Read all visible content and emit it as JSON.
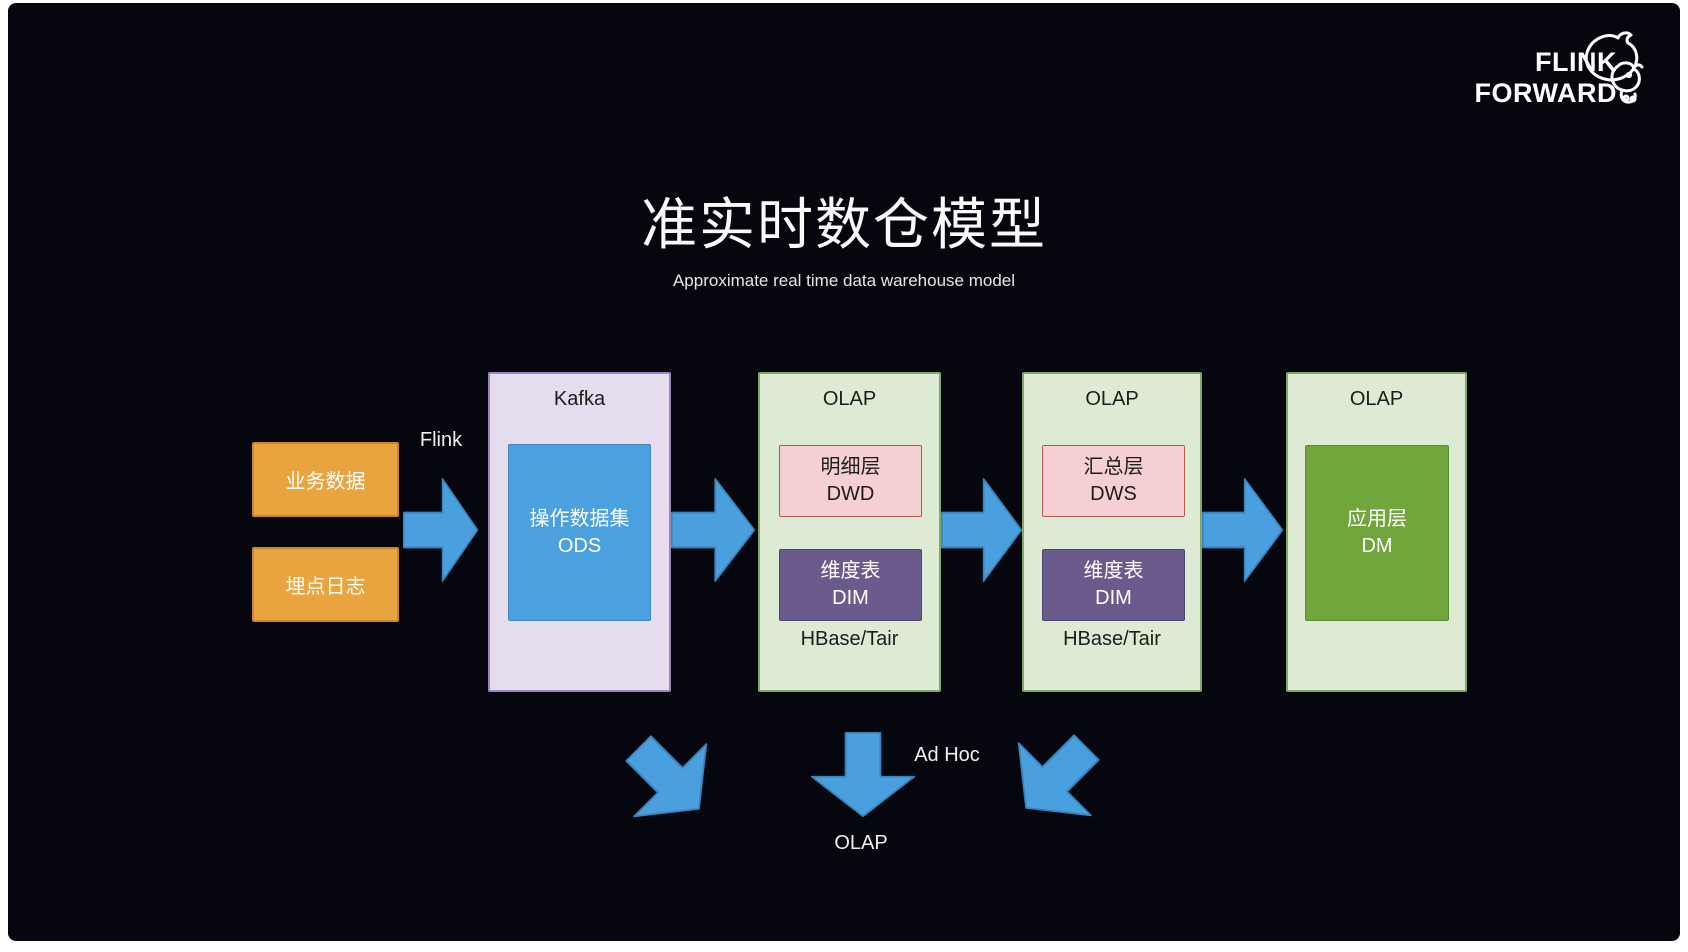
{
  "logo": {
    "line1": "FLINK",
    "line2": "FORWARD"
  },
  "header": {
    "title": "准实时数仓模型",
    "subtitle": "Approximate real time data warehouse model"
  },
  "sources": [
    {
      "label": "业务数据"
    },
    {
      "label": "埋点日志"
    }
  ],
  "flow": {
    "flink_label": "Flink",
    "stages": [
      {
        "container": "Kafka",
        "inner": [
          {
            "line1": "操作数据集",
            "line2": "ODS"
          }
        ]
      },
      {
        "container": "OLAP",
        "inner": [
          {
            "line1": "明细层",
            "line2": "DWD"
          },
          {
            "line1": "维度表",
            "line2": "DIM"
          }
        ],
        "footer": "HBase/Tair"
      },
      {
        "container": "OLAP",
        "inner": [
          {
            "line1": "汇总层",
            "line2": "DWS"
          },
          {
            "line1": "维度表",
            "line2": "DIM"
          }
        ],
        "footer": "HBase/Tair"
      },
      {
        "container": "OLAP",
        "inner": [
          {
            "line1": "应用层",
            "line2": "DM"
          }
        ]
      }
    ]
  },
  "bottom": {
    "adhoc_label": "Ad Hoc",
    "olap_label": "OLAP"
  },
  "colors": {
    "frame": "#FFFFFF",
    "slide-bg": "#06060E",
    "arrow-blue": "#4AA0DE",
    "arrow-blue-edge": "#3784BE",
    "orange-fill": "#E9A440",
    "orange-edge": "#C9862E",
    "lavender-fill": "#E5DCEE",
    "lavender-edge": "#9C85BE",
    "green-panel-fill": "#DEEBD4",
    "green-panel-edge": "#7FA966",
    "blue-fill": "#4BA0DF",
    "blue-edge": "#3E84B9",
    "pink-fill": "#F6CFD2",
    "pink-edge": "#BA5854",
    "purple-fill": "#6B5B8C",
    "purple-edge": "#53436F",
    "dm-green-fill": "#70A63B",
    "dm-green-edge": "#5C8C30",
    "text-dark": "#1C1C1C",
    "text-light": "#FFFFFF"
  }
}
